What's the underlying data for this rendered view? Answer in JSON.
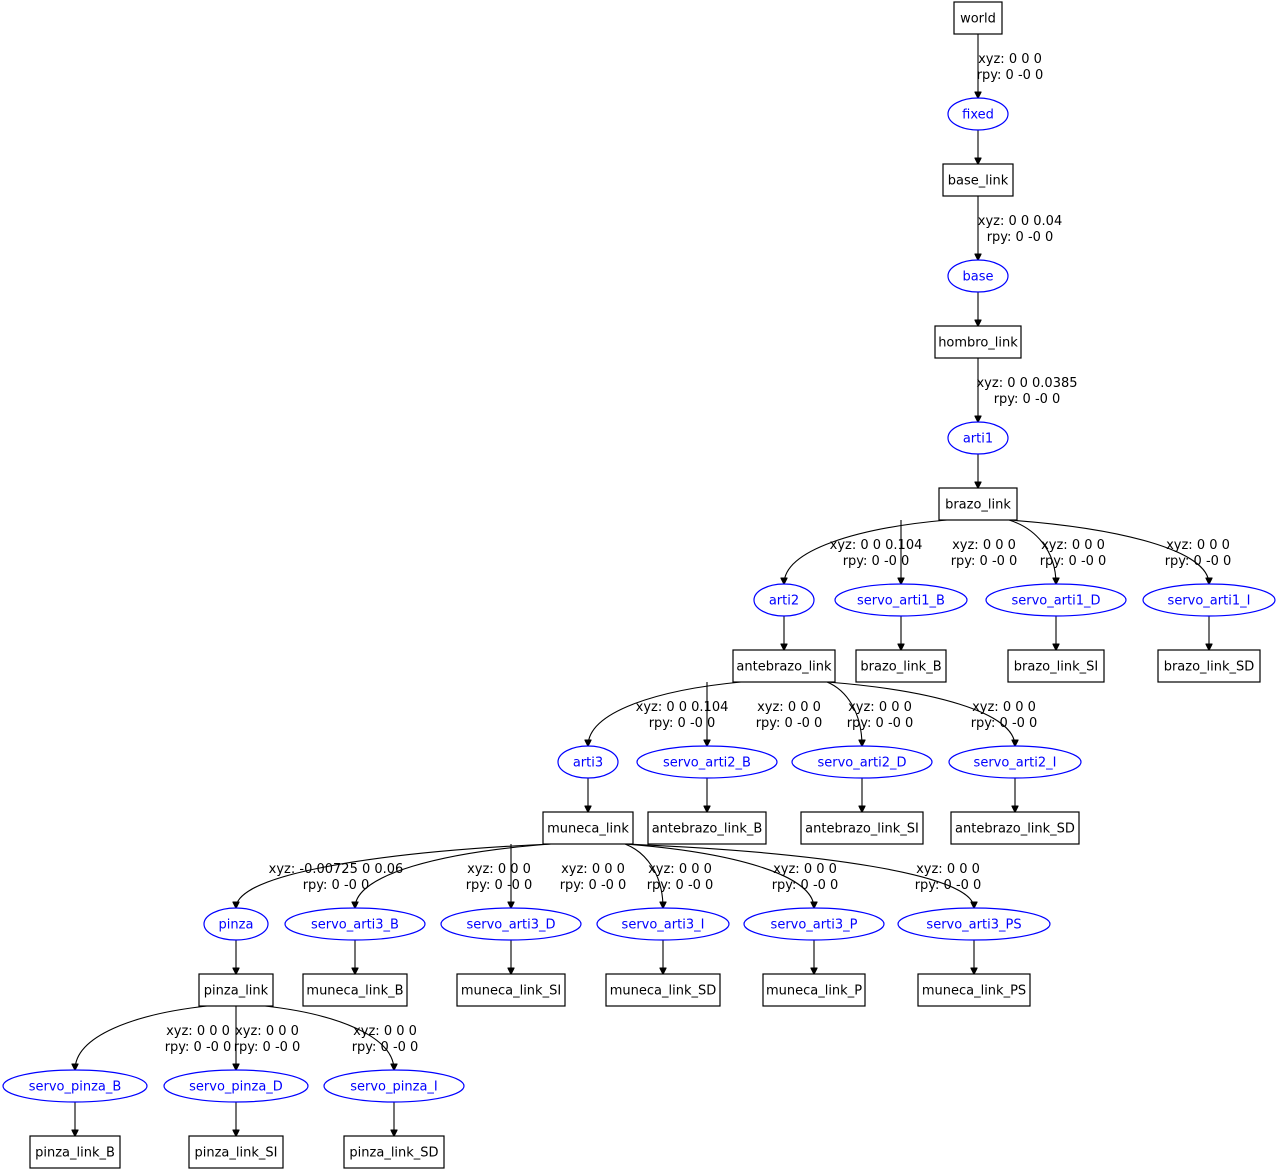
{
  "colors": {
    "link_stroke": "#000000",
    "joint_stroke": "#0000ff",
    "joint_text": "#0000ff",
    "edge": "#000000"
  },
  "links": {
    "world": "world",
    "base_link": "base_link",
    "hombro_link": "hombro_link",
    "brazo_link": "brazo_link",
    "antebrazo_link": "antebrazo_link",
    "brazo_link_B": "brazo_link_B",
    "brazo_link_SI": "brazo_link_SI",
    "brazo_link_SD": "brazo_link_SD",
    "muneca_link": "muneca_link",
    "antebrazo_link_B": "antebrazo_link_B",
    "antebrazo_link_SI": "antebrazo_link_SI",
    "antebrazo_link_SD": "antebrazo_link_SD",
    "pinza_link": "pinza_link",
    "muneca_link_B": "muneca_link_B",
    "muneca_link_SI": "muneca_link_SI",
    "muneca_link_SD": "muneca_link_SD",
    "muneca_link_P": "muneca_link_P",
    "muneca_link_PS": "muneca_link_PS",
    "pinza_link_B": "pinza_link_B",
    "pinza_link_SI": "pinza_link_SI",
    "pinza_link_SD": "pinza_link_SD"
  },
  "joints": {
    "fixed": {
      "name": "fixed",
      "xyz": "xyz: 0 0 0",
      "rpy": "rpy: 0 -0 0"
    },
    "base": {
      "name": "base",
      "xyz": "xyz: 0 0 0.04",
      "rpy": "rpy: 0 -0 0"
    },
    "arti1": {
      "name": "arti1",
      "xyz": "xyz: 0 0 0.0385",
      "rpy": "rpy: 0 -0 0"
    },
    "arti2": {
      "name": "arti2",
      "xyz": "xyz: 0 0 0.104",
      "rpy": "rpy: 0 -0 0"
    },
    "servo_arti1_B": {
      "name": "servo_arti1_B",
      "xyz": "xyz: 0 0 0",
      "rpy": "rpy: 0 -0 0"
    },
    "servo_arti1_D": {
      "name": "servo_arti1_D",
      "xyz": "xyz: 0 0 0",
      "rpy": "rpy: 0 -0 0"
    },
    "servo_arti1_I": {
      "name": "servo_arti1_I",
      "xyz": "xyz: 0 0 0",
      "rpy": "rpy: 0 -0 0"
    },
    "arti3": {
      "name": "arti3",
      "xyz": "xyz: 0 0 0.104",
      "rpy": "rpy: 0 -0 0"
    },
    "servo_arti2_B": {
      "name": "servo_arti2_B",
      "xyz": "xyz: 0 0 0",
      "rpy": "rpy: 0 -0 0"
    },
    "servo_arti2_D": {
      "name": "servo_arti2_D",
      "xyz": "xyz: 0 0 0",
      "rpy": "rpy: 0 -0 0"
    },
    "servo_arti2_I": {
      "name": "servo_arti2_I",
      "xyz": "xyz: 0 0 0",
      "rpy": "rpy: 0 -0 0"
    },
    "pinza": {
      "name": "pinza",
      "xyz": "xyz: -0.00725 0 0.06",
      "rpy": "rpy: 0 -0 0"
    },
    "servo_arti3_B": {
      "name": "servo_arti3_B",
      "xyz": "xyz: 0 0 0",
      "rpy": "rpy: 0 -0 0"
    },
    "servo_arti3_D": {
      "name": "servo_arti3_D",
      "xyz": "xyz: 0 0 0",
      "rpy": "rpy: 0 -0 0"
    },
    "servo_arti3_I": {
      "name": "servo_arti3_I",
      "xyz": "xyz: 0 0 0",
      "rpy": "rpy: 0 -0 0"
    },
    "servo_arti3_P": {
      "name": "servo_arti3_P",
      "xyz": "xyz: 0 0 0",
      "rpy": "rpy: 0 -0 0"
    },
    "servo_arti3_PS": {
      "name": "servo_arti3_PS",
      "xyz": "xyz: 0 0 0",
      "rpy": "rpy: 0 -0 0"
    },
    "servo_pinza_B": {
      "name": "servo_pinza_B",
      "xyz": "xyz: 0 0 0",
      "rpy": "rpy: 0 -0 0"
    },
    "servo_pinza_D": {
      "name": "servo_pinza_D",
      "xyz": "xyz: 0 0 0",
      "rpy": "rpy: 0 -0 0"
    },
    "servo_pinza_I": {
      "name": "servo_pinza_I",
      "xyz": "xyz: 0 0 0",
      "rpy": "rpy: 0 -0 0"
    }
  }
}
